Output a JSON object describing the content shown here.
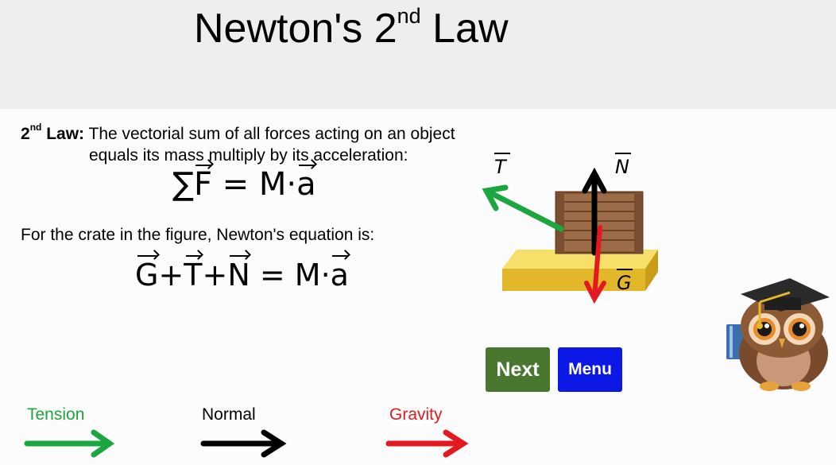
{
  "header": {
    "title_main": "Newton's 2",
    "title_sup": "nd",
    "title_end": " Law"
  },
  "law": {
    "num": "2",
    "sup": "nd",
    "label": " Law:",
    "line1": " The vectorial sum of all forces acting on an object",
    "line2": "equals its mass multiply by its acceleration:"
  },
  "equations": {
    "sum_symbol": "∑",
    "sum_force": "F",
    "equals": " = M·",
    "acc": "a",
    "crate_intro": "For the crate in the figure, Newton's equation is:",
    "g": "G",
    "plus": "+",
    "t": "T",
    "n": "N"
  },
  "diagram": {
    "label_t": "T",
    "label_n": "N",
    "label_g": "G"
  },
  "buttons": {
    "next_label": "Next",
    "menu_label": "Menu"
  },
  "legend": {
    "tension": "Tension",
    "normal": "Normal",
    "gravity": "Gravity"
  },
  "colors": {
    "tension": "#1ba640",
    "normal": "#000000",
    "gravity": "#e41920",
    "next_button": "#4a7730",
    "menu_button": "#0b18e6"
  }
}
